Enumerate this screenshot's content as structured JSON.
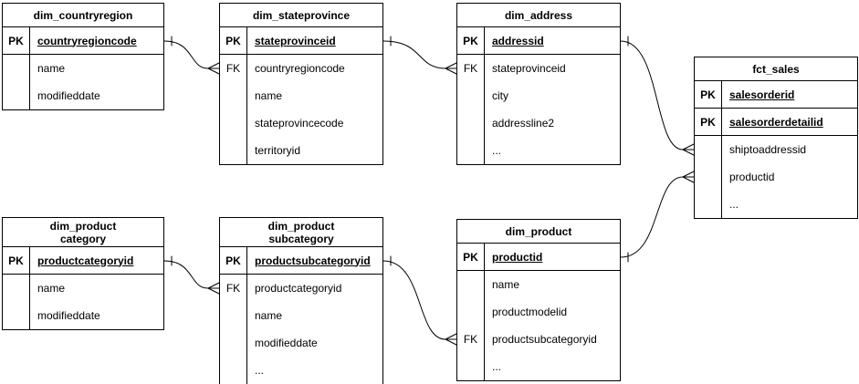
{
  "diagram": {
    "tables": [
      {
        "name": "dim_countryregion",
        "title_lines": [
          "dim_countryregion"
        ],
        "rows": [
          {
            "tag": "PK",
            "field": "countryregioncode",
            "is_key": true
          },
          {
            "tag": "",
            "field": "name",
            "is_key": false
          },
          {
            "tag": "",
            "field": "modifieddate",
            "is_key": false
          }
        ]
      },
      {
        "name": "dim_stateprovince",
        "title_lines": [
          "dim_stateprovince"
        ],
        "rows": [
          {
            "tag": "PK",
            "field": "stateprovinceid",
            "is_key": true
          },
          {
            "tag": "FK",
            "field": "countryregioncode",
            "is_key": false
          },
          {
            "tag": "",
            "field": "name",
            "is_key": false
          },
          {
            "tag": "",
            "field": "stateprovincecode",
            "is_key": false
          },
          {
            "tag": "",
            "field": "territoryid",
            "is_key": false
          }
        ]
      },
      {
        "name": "dim_address",
        "title_lines": [
          "dim_address"
        ],
        "rows": [
          {
            "tag": "PK",
            "field": "addressid",
            "is_key": true
          },
          {
            "tag": "FK",
            "field": "stateprovinceid",
            "is_key": false
          },
          {
            "tag": "",
            "field": "city",
            "is_key": false
          },
          {
            "tag": "",
            "field": "addressline2",
            "is_key": false
          },
          {
            "tag": "",
            "field": "...",
            "is_key": false
          }
        ]
      },
      {
        "name": "fct_sales",
        "title_lines": [
          "fct_sales"
        ],
        "rows": [
          {
            "tag": "PK",
            "field": "salesorderid",
            "is_key": true
          },
          {
            "tag": "PK",
            "field": "salesorderdetailid",
            "is_key": true
          },
          {
            "tag": "",
            "field": "shiptoaddressid",
            "is_key": false
          },
          {
            "tag": "",
            "field": "productid",
            "is_key": false
          },
          {
            "tag": "",
            "field": "...",
            "is_key": false
          }
        ]
      },
      {
        "name": "dim_product category",
        "title_lines": [
          "dim_product",
          "category"
        ],
        "rows": [
          {
            "tag": "PK",
            "field": "productcategoryid",
            "is_key": true
          },
          {
            "tag": "",
            "field": "name",
            "is_key": false
          },
          {
            "tag": "",
            "field": "modifieddate",
            "is_key": false
          }
        ]
      },
      {
        "name": "dim_product subcategory",
        "title_lines": [
          "dim_product",
          "subcategory"
        ],
        "rows": [
          {
            "tag": "PK",
            "field": "productsubcategoryid",
            "is_key": true
          },
          {
            "tag": "FK",
            "field": "productcategoryid",
            "is_key": false
          },
          {
            "tag": "",
            "field": "name",
            "is_key": false
          },
          {
            "tag": "",
            "field": "modifieddate",
            "is_key": false
          },
          {
            "tag": "",
            "field": "...",
            "is_key": false
          }
        ]
      },
      {
        "name": "dim_product",
        "title_lines": [
          "dim_product"
        ],
        "rows": [
          {
            "tag": "PK",
            "field": "productid",
            "is_key": true
          },
          {
            "tag": "",
            "field": "name",
            "is_key": false
          },
          {
            "tag": "",
            "field": "productmodelid",
            "is_key": false
          },
          {
            "tag": "FK",
            "field": "productsubcategoryid",
            "is_key": false
          },
          {
            "tag": "",
            "field": "...",
            "is_key": false
          }
        ]
      }
    ],
    "relationships": [
      {
        "from_table": "dim_countryregion",
        "from_field": "countryregioncode",
        "to_table": "dim_stateprovince",
        "to_field": "countryregioncode",
        "from_cardinality": "one",
        "to_cardinality": "many"
      },
      {
        "from_table": "dim_stateprovince",
        "from_field": "stateprovinceid",
        "to_table": "dim_address",
        "to_field": "stateprovinceid",
        "from_cardinality": "one",
        "to_cardinality": "many"
      },
      {
        "from_table": "dim_address",
        "from_field": "addressid",
        "to_table": "fct_sales",
        "to_field": "shiptoaddressid",
        "from_cardinality": "one",
        "to_cardinality": "many"
      },
      {
        "from_table": "dim_product",
        "from_field": "productid",
        "to_table": "fct_sales",
        "to_field": "productid",
        "from_cardinality": "one",
        "to_cardinality": "many"
      },
      {
        "from_table": "dim_product category",
        "from_field": "productcategoryid",
        "to_table": "dim_product subcategory",
        "to_field": "productcategoryid",
        "from_cardinality": "one",
        "to_cardinality": "many"
      },
      {
        "from_table": "dim_product subcategory",
        "from_field": "productsubcategoryid",
        "to_table": "dim_product",
        "to_field": "productsubcategoryid",
        "from_cardinality": "one",
        "to_cardinality": "many"
      }
    ]
  }
}
